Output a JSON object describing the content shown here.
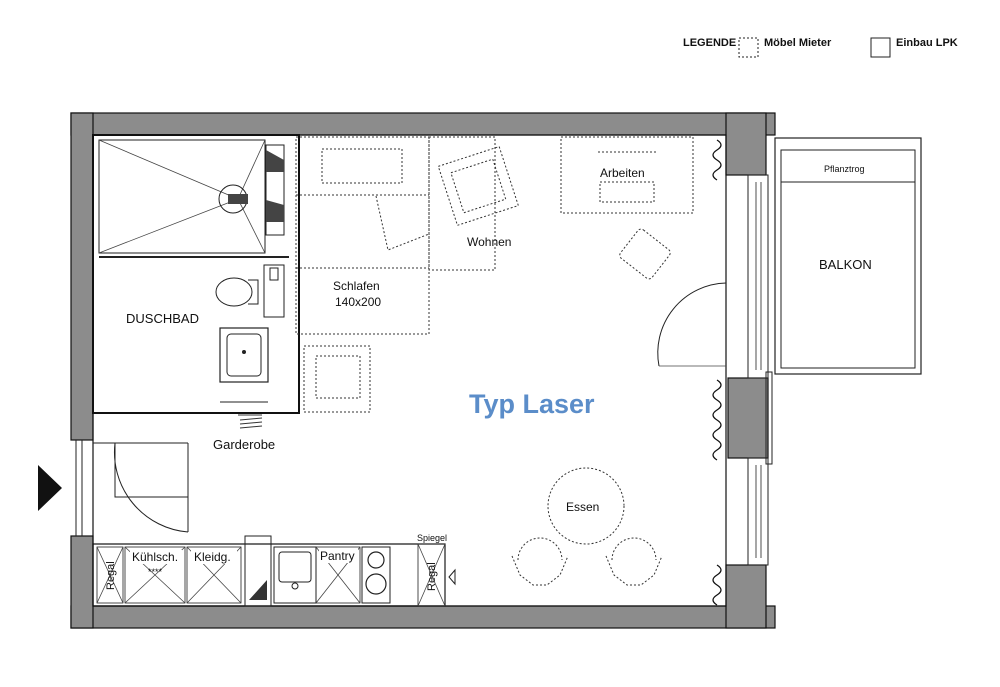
{
  "legend": {
    "title": "LEGENDE",
    "tenant_furniture": "Möbel Mieter",
    "built_in": "Einbau LPK"
  },
  "plan": {
    "type_label": "Typ Laser",
    "rooms": {
      "bath": "DUSCHBAD",
      "sleep": "Schlafen",
      "bed_size": "140x200",
      "living": "Wohnen",
      "work": "Arbeiten",
      "wardrobe": "Garderobe",
      "dining": "Essen",
      "balcony": "BALKON",
      "planter": "Pflanztrog"
    },
    "kitchen": {
      "shelf_left": "Regal",
      "fridge": "Kühlsch.",
      "fridge_rating": "****",
      "closet": "Kleidg.",
      "pantry": "Pantry",
      "mirror": "Spiegel",
      "shelf_right": "Regal"
    }
  },
  "colors": {
    "wall": "#8c8c8c",
    "title_blue": "#5b8dc9"
  }
}
